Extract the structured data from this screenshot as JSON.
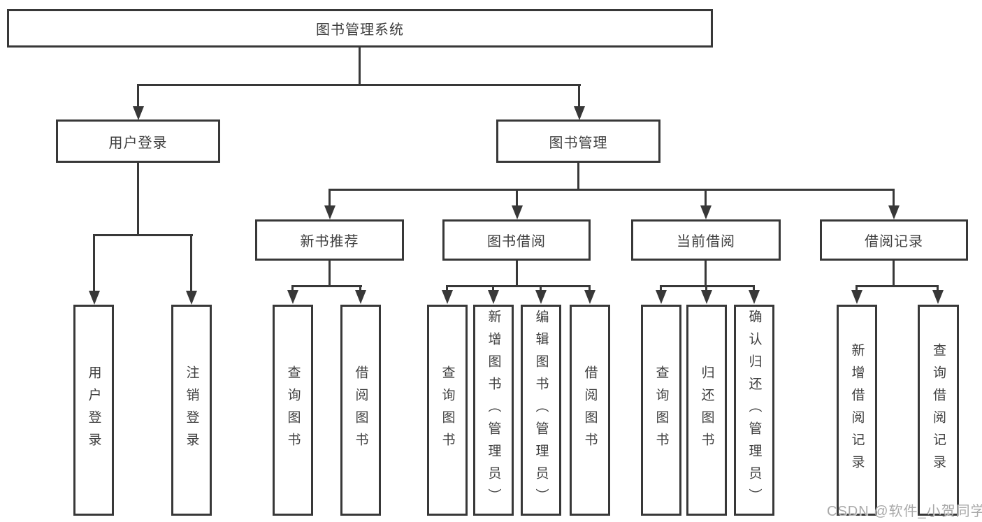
{
  "diagram_title": "图书管理系统",
  "colors": {
    "line": "#383838",
    "box_border": "#383838",
    "text": "#3f3f3f",
    "watermark": "#a9a9a9",
    "background": "#ffffff"
  },
  "tree": {
    "root": {
      "label": "图书管理系统"
    },
    "branches": [
      {
        "label": "用户登录",
        "children": [
          {
            "label": "用户登录"
          },
          {
            "label": "注销登录"
          }
        ]
      },
      {
        "label": "图书管理",
        "children": [
          {
            "label": "新书推荐",
            "children": [
              {
                "label": "查询图书"
              },
              {
                "label": "借阅图书"
              }
            ]
          },
          {
            "label": "图书借阅",
            "children": [
              {
                "label": "查询图书"
              },
              {
                "label": "新增图书（管理员）"
              },
              {
                "label": "编辑图书（管理员）"
              },
              {
                "label": "借阅图书"
              }
            ]
          },
          {
            "label": "当前借阅",
            "children": [
              {
                "label": "查询图书"
              },
              {
                "label": "归还图书"
              },
              {
                "label": "确认归还（管理员）"
              }
            ]
          },
          {
            "label": "借阅记录",
            "children": [
              {
                "label": "新增借阅记录"
              },
              {
                "label": "查询借阅记录"
              }
            ]
          }
        ]
      }
    ]
  },
  "watermark": "CSDN @软件_小贺同学"
}
